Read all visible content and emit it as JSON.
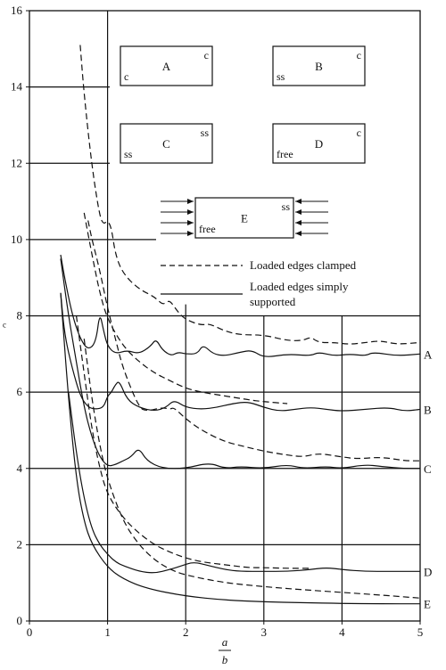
{
  "chart_data": {
    "type": "line",
    "xlabel_num": "a",
    "xlabel_den": "b",
    "ylabel": "c",
    "xlim": [
      0,
      5
    ],
    "ylim": [
      0,
      16
    ],
    "x_ticks": [
      "0",
      "1",
      "2",
      "3",
      "4",
      "5"
    ],
    "y_ticks": [
      "0",
      "2",
      "4",
      "6",
      "8",
      "10",
      "12",
      "14",
      "16"
    ],
    "legend": {
      "dashed_label": "Loaded edges clamped",
      "solid_label_line1": "Loaded edges simply",
      "solid_label_line2": "supported"
    },
    "boxes": [
      {
        "id": "A",
        "center": "A",
        "top_right": "c",
        "bottom_left": "c"
      },
      {
        "id": "B",
        "center": "B",
        "top_right": "c",
        "bottom_left": "ss"
      },
      {
        "id": "C",
        "center": "C",
        "top_right": "ss",
        "bottom_left": "ss"
      },
      {
        "id": "D",
        "center": "D",
        "top_right": "c",
        "bottom_left": "free"
      },
      {
        "id": "E",
        "center": "E",
        "top_right": "ss",
        "bottom_left": "free"
      }
    ],
    "series": [
      {
        "name": "A",
        "style": "solid",
        "x": [
          0.4,
          0.45,
          0.55,
          0.65,
          0.75,
          0.85,
          0.9,
          0.95,
          1.0,
          1.1,
          1.25,
          1.4,
          1.55,
          1.62,
          1.7,
          1.82,
          1.9,
          2.0,
          2.15,
          2.22,
          2.35,
          2.5,
          2.7,
          2.85,
          3.0,
          3.3,
          3.6,
          3.7,
          3.9,
          4.1,
          4.3,
          4.4,
          4.7,
          5.0
        ],
        "y": [
          9.6,
          9.0,
          8.0,
          7.4,
          7.1,
          7.3,
          8.1,
          7.6,
          7.2,
          7.0,
          7.1,
          7.0,
          7.2,
          7.4,
          7.1,
          6.95,
          7.05,
          7.0,
          7.0,
          7.25,
          7.0,
          6.95,
          7.05,
          7.1,
          6.9,
          7.0,
          6.95,
          7.05,
          6.95,
          7.0,
          6.95,
          7.05,
          6.95,
          7.0
        ]
      },
      {
        "name": "A",
        "style": "dashed",
        "x": [
          0.65,
          0.7,
          0.8,
          0.9,
          0.95,
          1.0,
          1.05,
          1.1,
          1.2,
          1.4,
          1.6,
          1.7,
          1.75,
          1.8,
          1.9,
          2.0,
          2.2,
          2.3,
          2.5,
          2.7,
          3.0,
          3.3,
          3.5,
          3.6,
          3.7,
          3.9,
          4.1,
          4.3,
          4.5,
          4.7,
          5.0
        ],
        "y": [
          15.1,
          13.8,
          11.9,
          10.6,
          10.4,
          10.5,
          10.3,
          9.6,
          9.1,
          8.7,
          8.5,
          8.3,
          8.35,
          8.4,
          8.1,
          7.9,
          7.75,
          7.8,
          7.6,
          7.5,
          7.5,
          7.35,
          7.35,
          7.45,
          7.3,
          7.3,
          7.25,
          7.3,
          7.35,
          7.25,
          7.3
        ]
      },
      {
        "name": "B",
        "style": "solid",
        "x": [
          0.4,
          0.45,
          0.55,
          0.65,
          0.75,
          0.85,
          0.95,
          1.0,
          1.05,
          1.1,
          1.15,
          1.25,
          1.4,
          1.6,
          1.75,
          1.85,
          2.0,
          2.2,
          2.4,
          2.6,
          2.8,
          3.0,
          3.2,
          3.4,
          3.6,
          3.8,
          4.0,
          4.3,
          4.6,
          4.8,
          5.0
        ],
        "y": [
          8.6,
          7.5,
          6.6,
          5.9,
          5.6,
          5.55,
          5.6,
          5.9,
          6.0,
          6.2,
          6.3,
          5.8,
          5.6,
          5.5,
          5.6,
          5.8,
          5.6,
          5.55,
          5.6,
          5.7,
          5.75,
          5.6,
          5.5,
          5.55,
          5.6,
          5.55,
          5.5,
          5.55,
          5.6,
          5.5,
          5.55
        ]
      },
      {
        "name": "B",
        "style": "dashed",
        "x": [
          0.7,
          0.8,
          0.9,
          1.0,
          1.2,
          1.4,
          1.6,
          1.8,
          2.0,
          2.2,
          2.5,
          2.8,
          3.0,
          3.3
        ],
        "y": [
          10.7,
          9.6,
          8.6,
          7.9,
          7.2,
          6.8,
          6.5,
          6.3,
          6.1,
          6.0,
          5.9,
          5.8,
          5.75,
          5.7
        ]
      },
      {
        "name": "C",
        "style": "solid",
        "x": [
          0.4,
          0.5,
          0.6,
          0.7,
          0.8,
          0.9,
          1.0,
          1.1,
          1.2,
          1.3,
          1.4,
          1.5,
          1.7,
          2.0,
          2.3,
          2.5,
          2.7,
          3.0,
          3.3,
          3.5,
          3.8,
          4.0,
          4.3,
          4.5,
          4.8,
          5.0
        ],
        "y": [
          9.5,
          8.0,
          6.8,
          5.6,
          4.8,
          4.3,
          4.05,
          4.1,
          4.2,
          4.3,
          4.55,
          4.2,
          4.0,
          4.0,
          4.15,
          4.0,
          4.05,
          4.0,
          4.1,
          4.0,
          4.05,
          4.0,
          4.1,
          4.05,
          4.0,
          4.0
        ]
      },
      {
        "name": "C",
        "style": "dashed",
        "x": [
          0.75,
          0.8,
          0.9,
          1.0,
          1.1,
          1.2,
          1.4,
          1.5,
          1.7,
          1.8,
          1.85,
          2.0,
          2.2,
          2.5,
          2.7,
          3.0,
          3.3,
          3.5,
          3.7,
          4.0,
          4.2,
          4.5,
          4.8,
          5.0
        ],
        "y": [
          10.5,
          10.0,
          9.2,
          8.2,
          7.4,
          6.6,
          5.6,
          5.5,
          5.6,
          5.55,
          5.6,
          5.3,
          5.0,
          4.7,
          4.6,
          4.45,
          4.35,
          4.3,
          4.4,
          4.3,
          4.25,
          4.3,
          4.2,
          4.2
        ]
      },
      {
        "name": "D",
        "style": "solid",
        "x": [
          0.5,
          0.6,
          0.7,
          0.8,
          0.9,
          1.0,
          1.1,
          1.2,
          1.4,
          1.6,
          1.8,
          1.95,
          2.1,
          2.3,
          2.5,
          2.7,
          3.0,
          3.3,
          3.6,
          3.8,
          4.0,
          4.3,
          4.6,
          5.0
        ],
        "y": [
          6.0,
          4.4,
          3.2,
          2.4,
          2.0,
          1.75,
          1.55,
          1.45,
          1.3,
          1.25,
          1.35,
          1.45,
          1.55,
          1.45,
          1.35,
          1.3,
          1.3,
          1.3,
          1.35,
          1.4,
          1.35,
          1.3,
          1.3,
          1.3
        ]
      },
      {
        "name": "D",
        "style": "dashed",
        "x": [
          0.6,
          0.7,
          0.8,
          0.9,
          1.0,
          1.2,
          1.4,
          1.6,
          1.8,
          2.0,
          2.2,
          2.4,
          2.6,
          2.8,
          3.0,
          3.3,
          3.6
        ],
        "y": [
          8.0,
          6.5,
          5.0,
          4.0,
          3.3,
          2.7,
          2.3,
          2.0,
          1.8,
          1.65,
          1.55,
          1.5,
          1.45,
          1.4,
          1.4,
          1.38,
          1.38
        ]
      },
      {
        "name": "E",
        "style": "solid",
        "x": [
          0.4,
          0.5,
          0.6,
          0.7,
          0.8,
          1.0,
          1.2,
          1.5,
          2.0,
          2.5,
          3.0,
          3.5,
          4.0,
          4.5,
          5.0
        ],
        "y": [
          8.6,
          5.8,
          3.7,
          2.6,
          2.0,
          1.4,
          1.1,
          0.85,
          0.65,
          0.55,
          0.5,
          0.48,
          0.46,
          0.45,
          0.45
        ]
      },
      {
        "name": "E",
        "style": "dashed",
        "x": [
          0.7,
          0.8,
          0.9,
          1.0,
          1.2,
          1.4,
          1.6,
          1.8,
          2.0,
          2.5,
          3.0,
          3.5,
          4.0,
          4.5,
          5.0
        ],
        "y": [
          7.4,
          5.8,
          4.6,
          3.7,
          2.6,
          2.0,
          1.6,
          1.35,
          1.2,
          1.0,
          0.9,
          0.82,
          0.75,
          0.68,
          0.6
        ]
      }
    ],
    "end_labels": [
      "A",
      "B",
      "C",
      "D",
      "E"
    ]
  }
}
